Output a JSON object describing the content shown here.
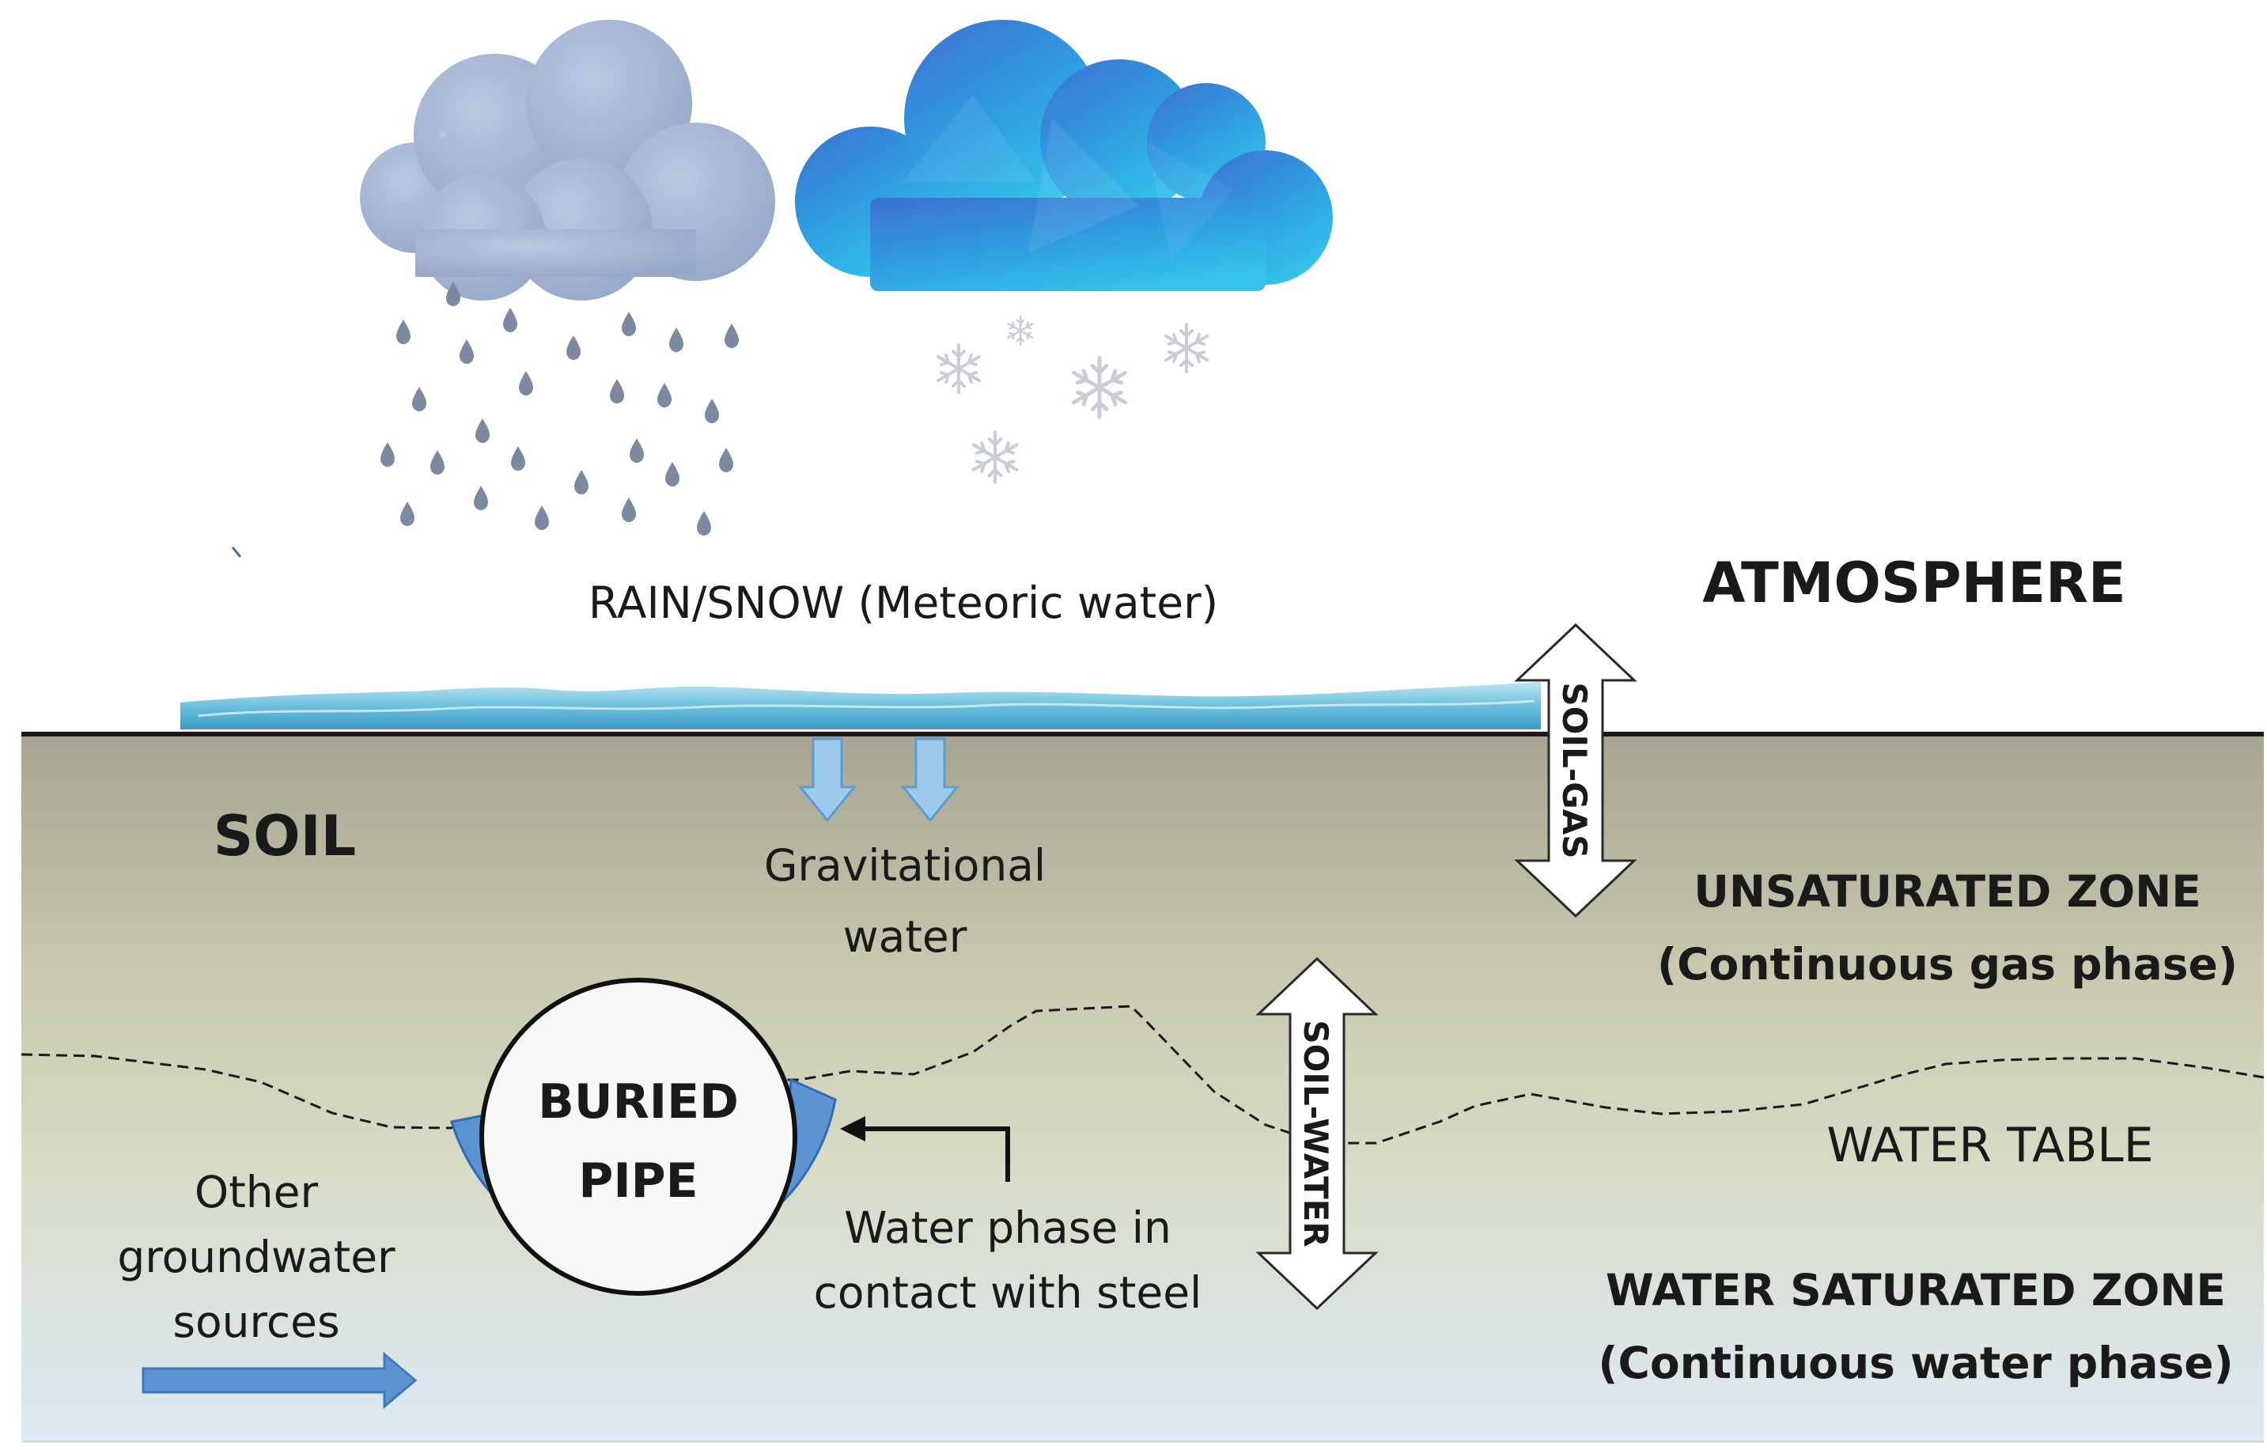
{
  "labels": {
    "rain_snow": "RAIN/SNOW (Meteoric water)",
    "atmosphere": "ATMOSPHERE",
    "soil": "SOIL",
    "gravitational_water_line1": "Gravitational",
    "gravitational_water_line2": "water",
    "soil_gas": "SOIL-GAS",
    "soil_water": "SOIL-WATER",
    "unsaturated_zone": "UNSATURATED ZONE",
    "unsaturated_zone_desc": "(Continuous gas phase)",
    "water_table": "WATER TABLE",
    "buried_pipe_line1": "BURIED",
    "buried_pipe_line2": "PIPE",
    "water_phase_line1": "Water phase in",
    "water_phase_line2": "contact with steel",
    "other_groundwater_line1": "Other",
    "other_groundwater_line2": "groundwater",
    "other_groundwater_line3": "sources",
    "saturated_zone": "WATER SATURATED ZONE",
    "saturated_zone_desc": "(Continuous water phase)"
  },
  "colors": {
    "soil_top": "#a9a796",
    "soil_mid": "#cfd0b8",
    "soil_bottom": "#dce8f2",
    "water_surface": "#5fb7d6",
    "pipe_water": "#5b93d3",
    "rain_cloud": "#a8b8d4",
    "snow_cloud": "#3b8fdc",
    "arrow_blue": "#9ccbee",
    "groundwater_arrow": "#5b93d3"
  },
  "icons": [
    "rain-cloud-icon",
    "snow-cloud-icon",
    "raindrop-icon",
    "snowflake-icon"
  ]
}
